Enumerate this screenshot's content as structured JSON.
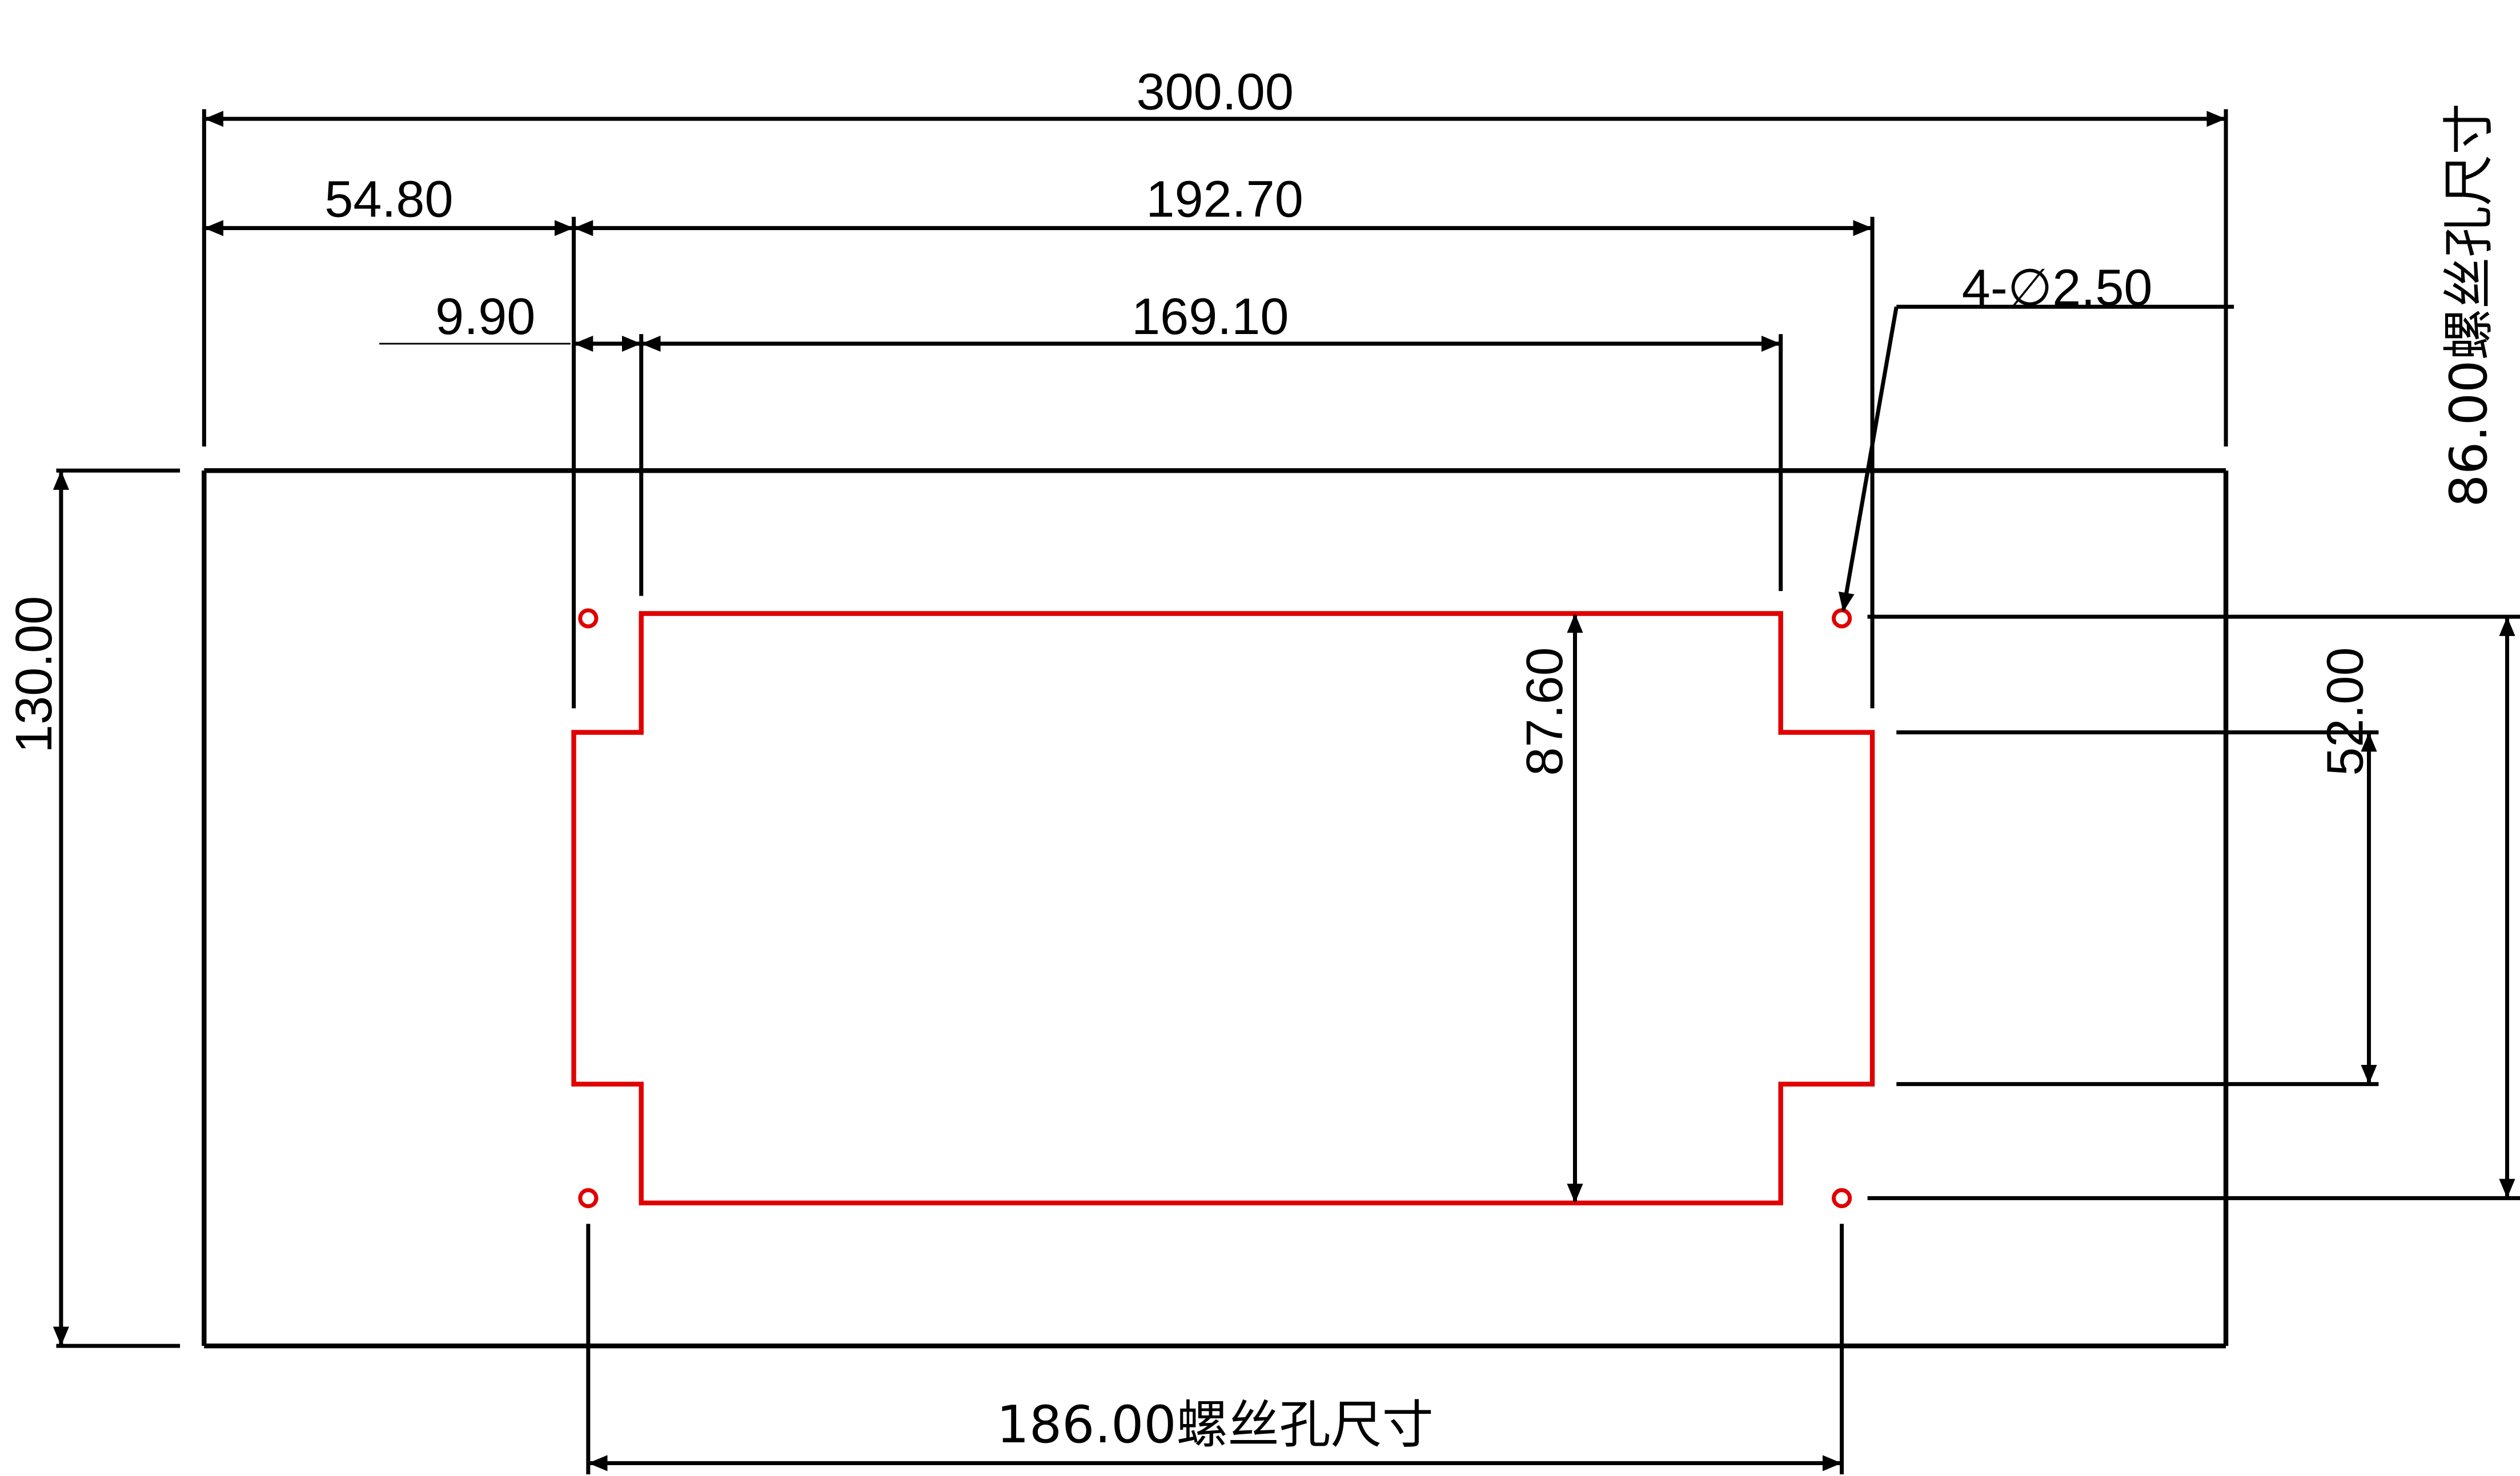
{
  "drawing": {
    "colors": {
      "outline": "#000000",
      "cutout": "#e00000",
      "background": "#ffffff"
    },
    "dimensions": {
      "overall_width": "300.00",
      "left_offset": "54.80",
      "cutout_outer_width": "192.70",
      "step_offset": "9.90",
      "cutout_inner_width": "169.10",
      "hole_callout": "4-∅2.50",
      "screw_hole_vertical": "86.00螺丝孔尺寸",
      "overall_height": "130.00",
      "cutout_height": "87.60",
      "notch_height": "52.00",
      "screw_hole_horizontal": "186.00螺丝孔尺寸"
    }
  }
}
